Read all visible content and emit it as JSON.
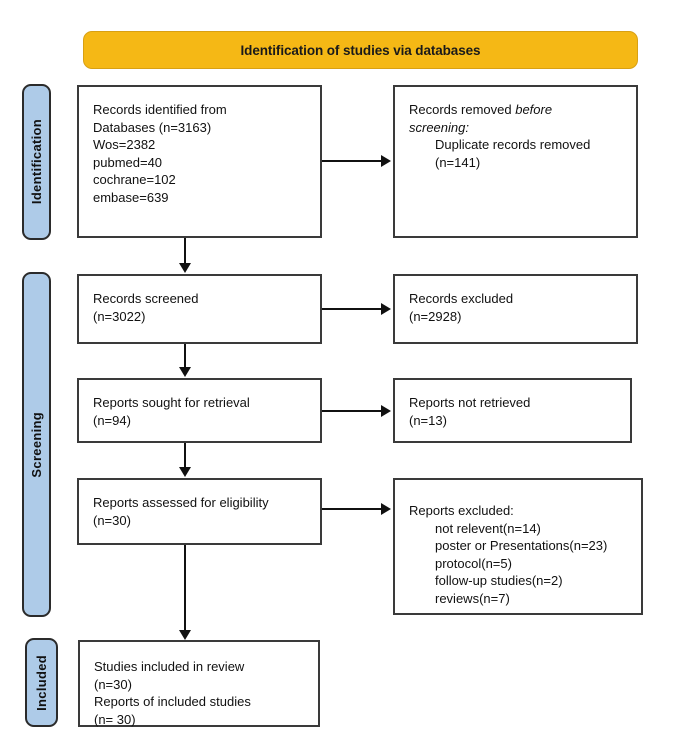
{
  "diagram": {
    "title": "PRISMA flow diagram",
    "colors": {
      "banner": "#F5B815",
      "stage_tab": "#AECBE8",
      "box_border": "#3a3a3a",
      "connector": "#111111"
    },
    "banner": {
      "label": "Identification of studies via databases"
    },
    "stages": [
      {
        "key": "identification",
        "label": "Identification"
      },
      {
        "key": "screening",
        "label": "Screening"
      },
      {
        "key": "included",
        "label": "Included"
      }
    ],
    "boxes": {
      "identified": {
        "name": "records-identified",
        "lines": [
          {
            "text": "Records identified from",
            "indent": false,
            "italic": false
          },
          {
            "text": "Databases (n=3163)",
            "indent": false,
            "italic": false
          },
          {
            "text": "Wos=2382",
            "indent": false,
            "italic": false
          },
          {
            "text": "pubmed=40",
            "indent": false,
            "italic": false
          },
          {
            "text": "cochrane=102",
            "indent": false,
            "italic": false
          },
          {
            "text": "embase=639",
            "indent": false,
            "italic": false
          }
        ]
      },
      "removed": {
        "name": "records-removed-before-screening",
        "lines": [
          {
            "text": "Records removed ",
            "italic_tail": "before",
            "indent": false,
            "italic": false
          },
          {
            "text": "screening:",
            "indent": false,
            "italic": true
          },
          {
            "text": "Duplicate records removed",
            "indent": true,
            "italic": false
          },
          {
            "text": "(n=141)",
            "indent": true,
            "italic": false
          }
        ]
      },
      "screened": {
        "name": "records-screened",
        "lines": [
          {
            "text": "Records screened",
            "indent": false,
            "italic": false
          },
          {
            "text": "(n=3022)",
            "indent": false,
            "italic": false
          }
        ]
      },
      "excluded_screened": {
        "name": "records-excluded",
        "lines": [
          {
            "text": "Records excluded",
            "indent": false,
            "italic": false
          },
          {
            "text": "(n=2928)",
            "indent": false,
            "italic": false
          }
        ]
      },
      "sought": {
        "name": "reports-sought-for-retrieval",
        "lines": [
          {
            "text": "Reports sought for retrieval",
            "indent": false,
            "italic": false
          },
          {
            "text": "(n=94)",
            "indent": false,
            "italic": false
          }
        ]
      },
      "not_retrieved": {
        "name": "reports-not-retrieved",
        "lines": [
          {
            "text": "Reports not retrieved",
            "indent": false,
            "italic": false
          },
          {
            "text": "(n=13)",
            "indent": false,
            "italic": false
          }
        ]
      },
      "assessed": {
        "name": "reports-assessed-for-eligibility",
        "lines": [
          {
            "text": "Reports assessed for eligibility",
            "indent": false,
            "italic": false
          },
          {
            "text": "(n=30)",
            "indent": false,
            "italic": false
          }
        ]
      },
      "excluded_reports": {
        "name": "reports-excluded",
        "lines": [
          {
            "text": "Reports excluded:",
            "indent": false,
            "italic": false
          },
          {
            "text": "not relevent(n=14)",
            "indent": true,
            "italic": false
          },
          {
            "text": "poster or Presentations(n=23)",
            "indent": true,
            "italic": false
          },
          {
            "text": "protocol(n=5)",
            "indent": true,
            "italic": false
          },
          {
            "text": "follow-up studies(n=2)",
            "indent": true,
            "italic": false
          },
          {
            "text": "reviews(n=7)",
            "indent": true,
            "italic": false
          }
        ]
      },
      "included": {
        "name": "studies-included-in-review",
        "lines": [
          {
            "text": "Studies included in review",
            "indent": false,
            "italic": false
          },
          {
            "text": "(n=30)",
            "indent": false,
            "italic": false
          },
          {
            "text": "Reports of included studies",
            "indent": false,
            "italic": false
          },
          {
            "text": "(n= 30)",
            "indent": false,
            "italic": false
          }
        ]
      }
    },
    "counts": {
      "records_identified_total": 3163,
      "wos": 2382,
      "pubmed": 40,
      "cochrane": 102,
      "embase": 639,
      "duplicates_removed": 141,
      "records_screened": 3022,
      "records_excluded": 2928,
      "reports_sought": 94,
      "reports_not_retrieved": 13,
      "reports_assessed": 30,
      "excluded_not_relevant": 14,
      "excluded_poster_presentations": 23,
      "excluded_protocol": 5,
      "excluded_follow_up": 2,
      "excluded_reviews": 7,
      "studies_included": 30,
      "reports_included": 30
    }
  }
}
